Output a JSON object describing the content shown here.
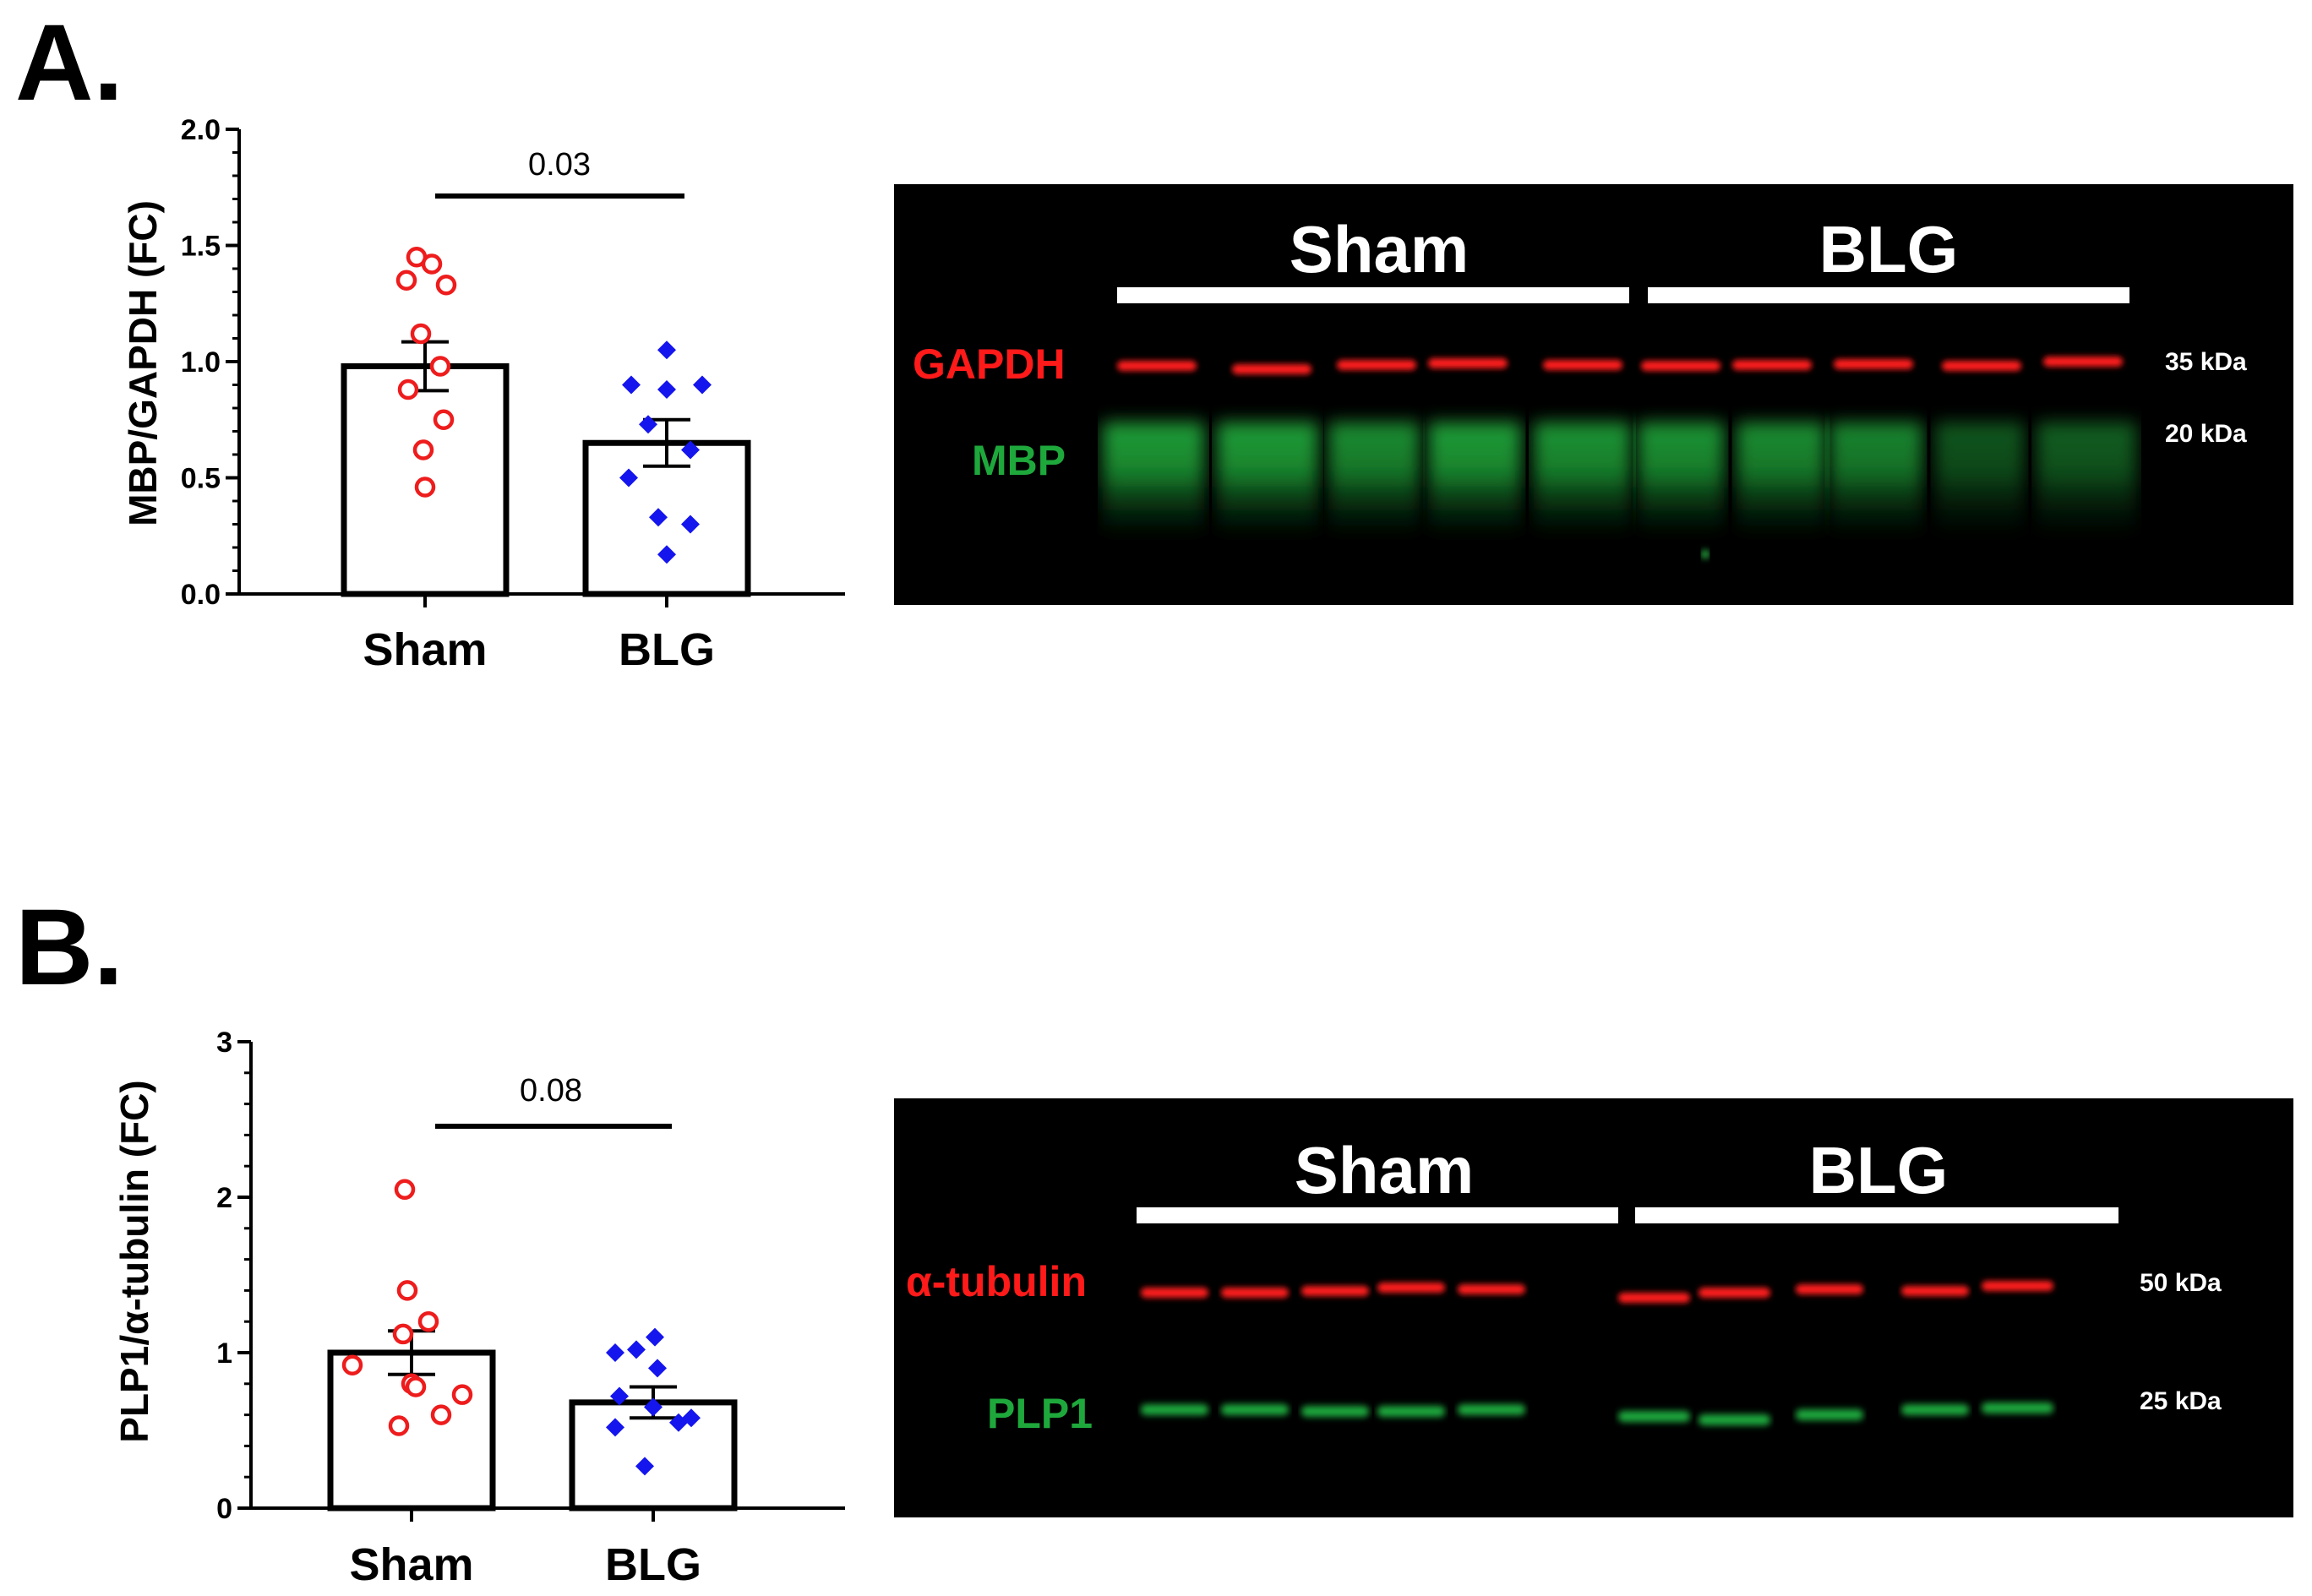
{
  "panels": {
    "A": {
      "letter": "A."
    },
    "B": {
      "letter": "B."
    }
  },
  "colors": {
    "sham": "#ee1c1c",
    "blg": "#1515ee",
    "red_band": "#ff1a1a",
    "green_band": "#1ea83c",
    "blot_bg": "#000000"
  },
  "chart_data": [
    {
      "type": "bar",
      "panel": "A",
      "ylabel": "MBP/GAPDH (FC)",
      "categories": [
        "Sham",
        "BLG"
      ],
      "values": [
        0.98,
        0.65
      ],
      "sem": [
        0.105,
        0.1
      ],
      "points": [
        [
          1.45,
          1.42,
          1.35,
          1.33,
          1.12,
          0.98,
          0.88,
          0.75,
          0.62,
          0.46
        ],
        [
          1.05,
          0.9,
          0.9,
          0.88,
          0.73,
          0.62,
          0.5,
          0.33,
          0.3,
          0.17
        ]
      ],
      "marker": [
        "open-circle",
        "filled-diamond"
      ],
      "ylim": [
        0,
        2.0
      ],
      "yticks": [
        0.0,
        0.5,
        1.0,
        1.5,
        2.0
      ],
      "ytick_labels": [
        "0.0",
        "0.5",
        "1.0",
        "1.5",
        "2.0"
      ],
      "annotation": "0.03",
      "grid": false
    },
    {
      "type": "bar",
      "panel": "B",
      "ylabel": "PLP1/α-tubulin (FC)",
      "categories": [
        "Sham",
        "BLG"
      ],
      "values": [
        1.0,
        0.68
      ],
      "sem": [
        0.14,
        0.1
      ],
      "points": [
        [
          2.05,
          1.4,
          1.2,
          1.12,
          0.92,
          0.8,
          0.78,
          0.73,
          0.6,
          0.53
        ],
        [
          1.1,
          1.02,
          1.0,
          0.9,
          0.72,
          0.65,
          0.58,
          0.55,
          0.52,
          0.27
        ]
      ],
      "marker": [
        "open-circle",
        "filled-diamond"
      ],
      "ylim": [
        0,
        3
      ],
      "yticks": [
        0,
        1,
        2,
        3
      ],
      "ytick_labels": [
        "0",
        "1",
        "2",
        "3"
      ],
      "annotation": "0.08",
      "grid": false
    }
  ],
  "blots": [
    {
      "panel": "A",
      "groups": [
        "Sham",
        "BLG"
      ],
      "red_label": "GAPDH",
      "green_label": "MBP",
      "red_kda": "35 kDa",
      "green_kda": "20 kDa"
    },
    {
      "panel": "B",
      "groups": [
        "Sham",
        "BLG"
      ],
      "red_label": "α-tubulin",
      "green_label": "PLP1",
      "red_kda": "50 kDa",
      "green_kda": "25 kDa"
    }
  ]
}
